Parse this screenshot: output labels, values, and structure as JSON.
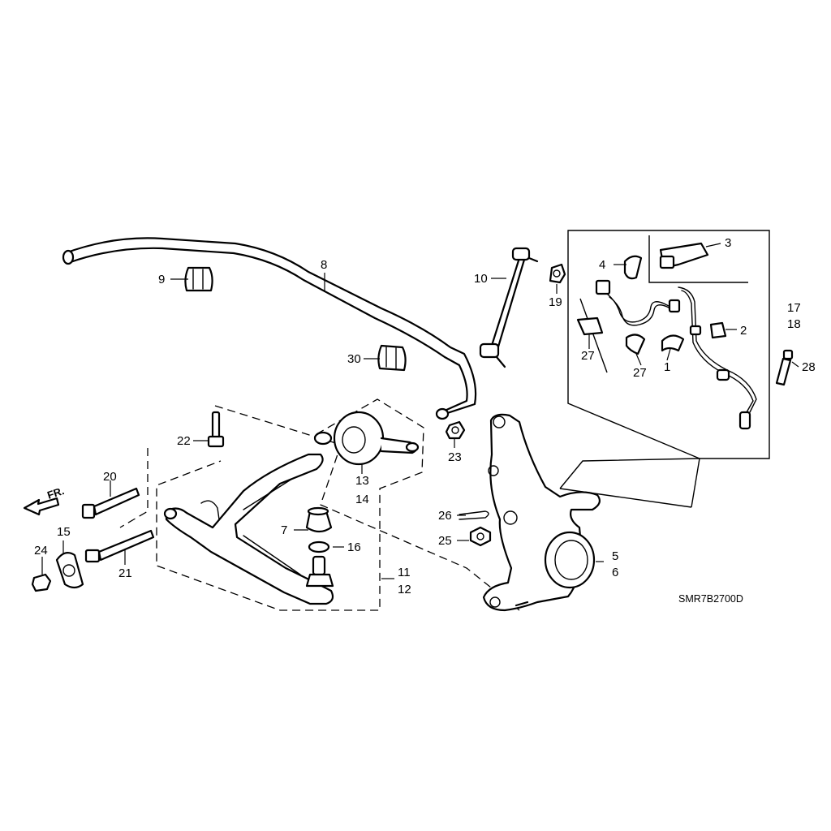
{
  "diagram": {
    "code": "SMR7B2700D",
    "direction_label": "FR.",
    "callouts": {
      "c1": "1",
      "c2": "2",
      "c3": "3",
      "c4": "4",
      "c5": "5",
      "c6": "6",
      "c7": "7",
      "c8": "8",
      "c9": "9",
      "c10": "10",
      "c11": "11",
      "c12": "12",
      "c13": "13",
      "c14": "14",
      "c15": "15",
      "c16": "16",
      "c17": "17",
      "c18": "18",
      "c19": "19",
      "c20": "20",
      "c21": "21",
      "c22": "22",
      "c23": "23",
      "c24": "24",
      "c25": "25",
      "c26": "26",
      "c27a": "27",
      "c27b": "27",
      "c28": "28",
      "c30": "30"
    }
  }
}
